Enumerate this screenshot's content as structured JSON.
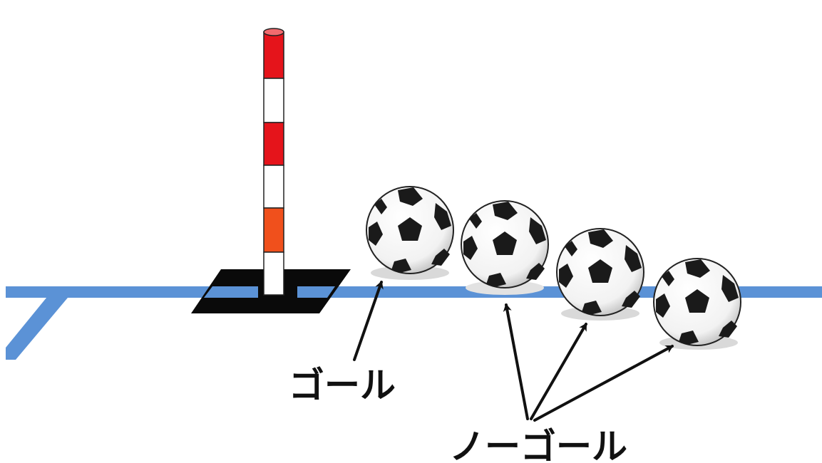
{
  "labels": {
    "goal": "ゴール",
    "no_goal": "ノーゴール"
  },
  "colors": {
    "line": "#5b92d6",
    "post_red": "#e5141b",
    "post_orange": "#f0501c",
    "post_white": "#ffffff",
    "base": "#0a0a0a",
    "arrow": "#111111",
    "ball_black": "#1a1a1a",
    "shadow": "#d6d6d6"
  },
  "balls": [
    {
      "name": "ball-goal",
      "outcome": "goal"
    },
    {
      "name": "ball-no-goal-1",
      "outcome": "no_goal"
    },
    {
      "name": "ball-no-goal-2",
      "outcome": "no_goal"
    },
    {
      "name": "ball-no-goal-3",
      "outcome": "no_goal"
    }
  ]
}
